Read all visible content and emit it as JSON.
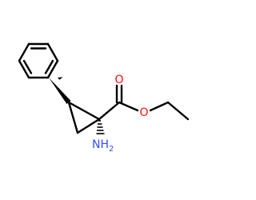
{
  "molecule": {
    "atoms": {
      "carbonyl_oxygen": "O",
      "ester_oxygen": "O",
      "amine_label_main": "NH",
      "amine_label_sub": "2"
    }
  },
  "colors": {
    "bond": "#000000",
    "oxygen": "#ff0d0d",
    "nitrogen": "#3050f8"
  }
}
